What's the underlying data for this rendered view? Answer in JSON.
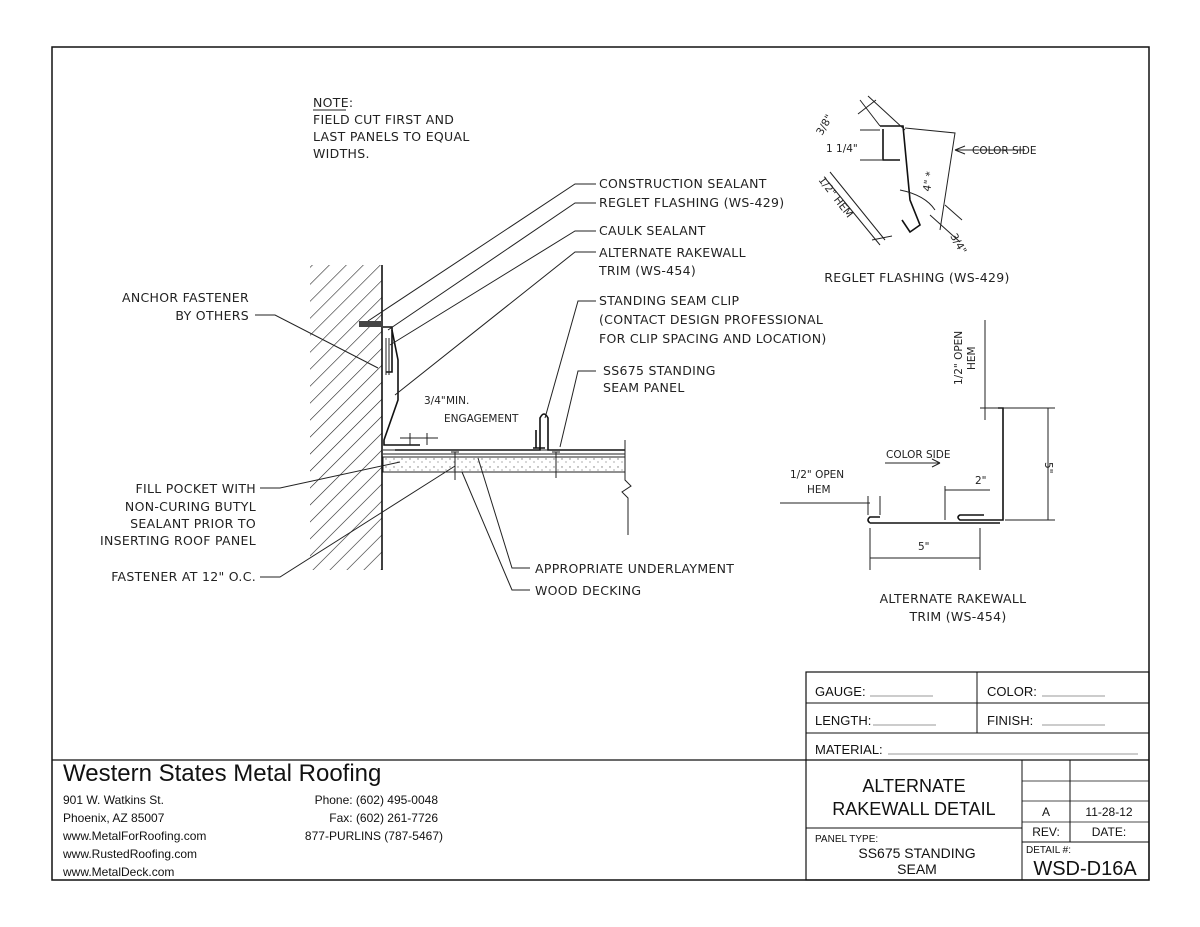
{
  "note": {
    "title": "NOTE:",
    "lines": [
      "FIELD CUT FIRST AND",
      "LAST PANELS TO EQUAL",
      "WIDTHS."
    ]
  },
  "callouts": {
    "construction_sealant": "CONSTRUCTION SEALANT",
    "reglet_flashing": "REGLET FLASHING (WS-429)",
    "caulk_sealant": "CAULK SEALANT",
    "alt_rakewall_1": "ALTERNATE RAKEWALL",
    "alt_rakewall_2": "TRIM (WS-454)",
    "anchor_1": "ANCHOR FASTENER",
    "anchor_2": "BY OTHERS",
    "clip_1": "STANDING SEAM CLIP",
    "clip_2": "(CONTACT DESIGN PROFESSIONAL",
    "clip_3": "FOR CLIP SPACING AND LOCATION)",
    "panel_1": "SS675 STANDING",
    "panel_2": "SEAM PANEL",
    "engagement_frac": "3/4\"",
    "engagement_min": "MIN.",
    "engagement": "ENGAGEMENT",
    "fill_1": "FILL POCKET WITH",
    "fill_2": "NON-CURING BUTYL",
    "fill_3": "SEALANT PRIOR TO",
    "fill_4": "INSERTING ROOF PANEL",
    "fastener": "FASTENER AT 12\" O.C.",
    "underlayment": "APPROPRIATE UNDERLAYMENT",
    "decking": "WOOD DECKING"
  },
  "reglet_detail": {
    "dim_3_8": "3/8\"",
    "dim_1_1_4": "1 1/4\"",
    "dim_half_hem": "1/2\" HEM",
    "dim_4": "4\" *",
    "dim_3_4": "3/4\"",
    "color_side": "COLOR SIDE",
    "caption": "REGLET FLASHING (WS-429)"
  },
  "rakewall_detail": {
    "top_hem_1": "1/2\" OPEN",
    "top_hem_2": "HEM",
    "dim_5_vert": "5\"",
    "color_side": "COLOR SIDE",
    "left_hem_1": "1/2\" OPEN",
    "left_hem_2": "HEM",
    "dim_2": "2\"",
    "dim_5_horiz": "5\"",
    "caption_1": "ALTERNATE RAKEWALL",
    "caption_2": "TRIM (WS-454)"
  },
  "title_block": {
    "gauge": "GAUGE:",
    "color": "COLOR:",
    "length": "LENGTH:",
    "finish": "FINISH:",
    "material": "MATERIAL:",
    "drawing_title_1": "ALTERNATE",
    "drawing_title_2": "RAKEWALL DETAIL",
    "rev_value": "A",
    "date_value": "11-28-12",
    "rev_label": "REV:",
    "date_label": "DATE:",
    "panel_type_label": "PANEL TYPE:",
    "panel_type_1": "SS675 STANDING",
    "panel_type_2": "SEAM",
    "detail_label": "DETAIL #:",
    "detail_value": "WSD-D16A"
  },
  "company": {
    "name": "Western States Metal Roofing",
    "address_1": "901 W. Watkins St.",
    "address_2": "Phoenix, AZ 85007",
    "web_1": "www.MetalForRoofing.com",
    "web_2": "www.RustedRoofing.com",
    "web_3": "www.MetalDeck.com",
    "phone": "Phone: (602) 495-0048",
    "fax": "Fax: (602) 261-7726",
    "purlins": "877-PURLINS (787-5467)"
  }
}
